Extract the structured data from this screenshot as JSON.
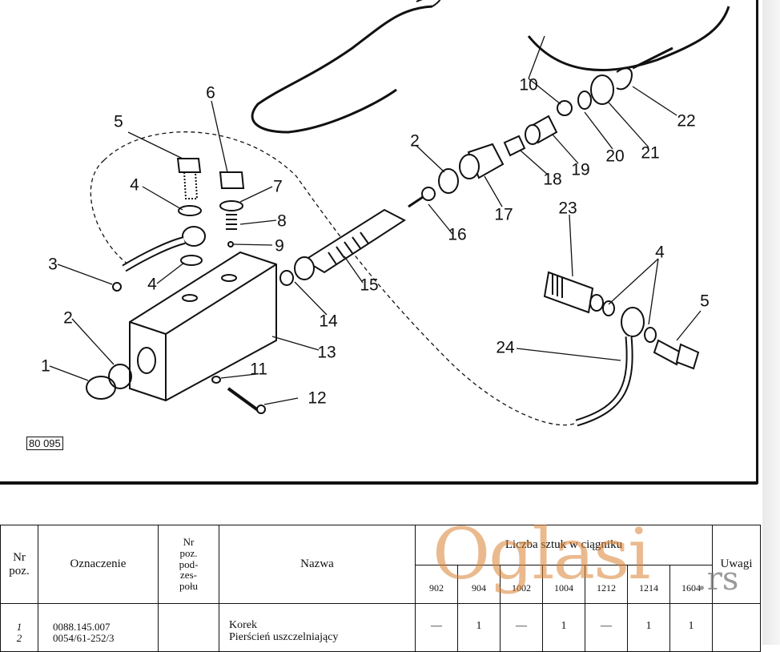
{
  "diagram": {
    "callouts": [
      "1",
      "2",
      "3",
      "4",
      "4",
      "5",
      "6",
      "7",
      "8",
      "9",
      "10",
      "11",
      "12",
      "13",
      "14",
      "15",
      "16",
      "17",
      "18",
      "19",
      "20",
      "21",
      "22",
      "23",
      "4",
      "5",
      "24",
      "2"
    ],
    "figure_code": "80 095"
  },
  "table": {
    "headers": {
      "nr_poz": "Nr poz.",
      "oznaczenie": "Oznaczenie",
      "nr_pod": [
        "Nr",
        "poz.",
        "pod-",
        "zes-",
        "połu"
      ],
      "nazwa": "Nazwa",
      "liczba": "Liczba sztuk w ciągniku",
      "uwagi": "Uwagi"
    },
    "models": [
      "902",
      "904",
      "1002",
      "1004",
      "1212",
      "1214",
      "1604"
    ],
    "rows": [
      {
        "poz": "1",
        "oznaczenie": "0088.145.007",
        "nazwa": "Korek",
        "qty": [
          "—",
          "1",
          "—",
          "1",
          "—",
          "1",
          "1"
        ]
      },
      {
        "poz": "2",
        "oznaczenie": "0054/61-252/3",
        "nazwa": "Pierścień uszczelniający",
        "qty": [
          "",
          "",
          "",
          "",
          "",
          "",
          ""
        ]
      }
    ]
  },
  "watermark": {
    "text": "Oglasi",
    "suffix": ".rs"
  }
}
